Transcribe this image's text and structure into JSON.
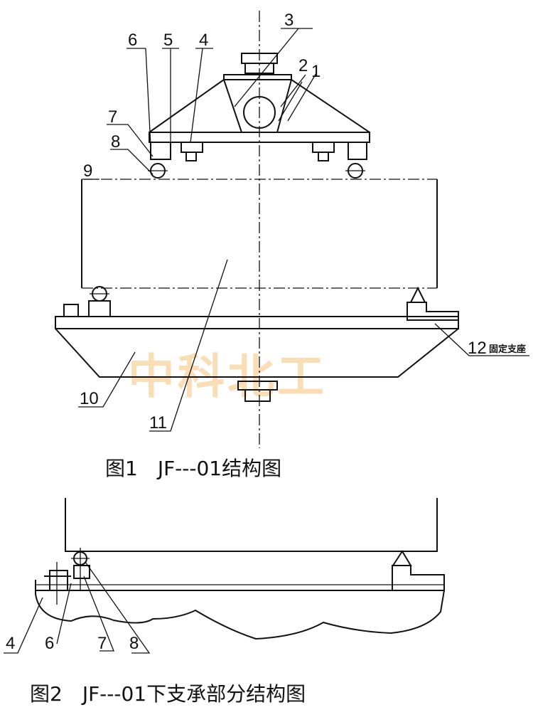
{
  "figure1": {
    "caption": "图1　JF---01结构图",
    "labels": [
      "1",
      "2",
      "3",
      "4",
      "5",
      "6",
      "7",
      "8",
      "9",
      "10",
      "11",
      "12"
    ],
    "label12_text": "固定支座"
  },
  "figure2": {
    "caption": "图2　JF---01下支承部分结构图",
    "labels": [
      "4",
      "6",
      "7",
      "8"
    ]
  },
  "watermark": "中科北工"
}
